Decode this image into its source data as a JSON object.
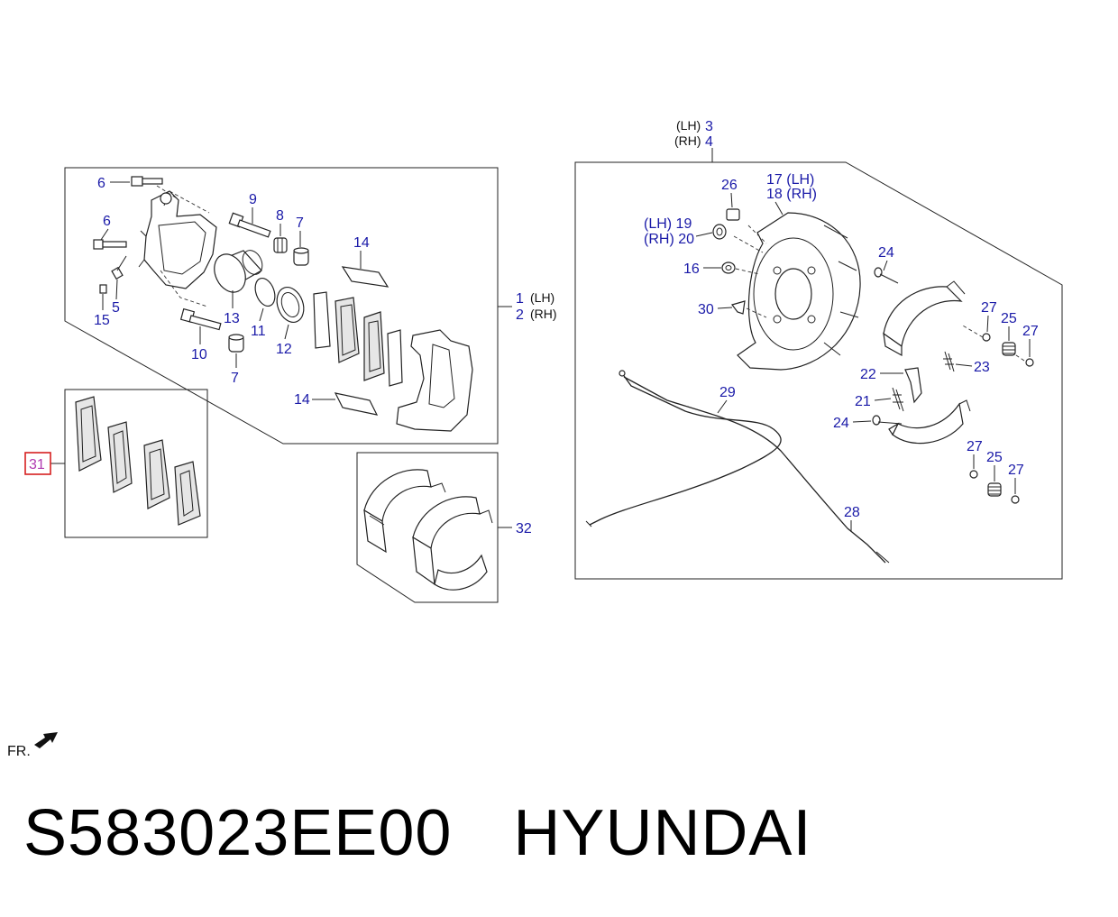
{
  "caption": {
    "part_number": "S583023EE00",
    "brand": "HYUNDAI"
  },
  "orientation": {
    "label": "FR."
  },
  "highlight_color": "#d62020",
  "callout_color": "#1a1aa8",
  "front_caliper": {
    "callouts": [
      "6",
      "9",
      "8",
      "7",
      "6",
      "14",
      "5",
      "15",
      "13",
      "11",
      "12",
      "10",
      "7",
      "14"
    ],
    "side_labels": [
      {
        "number": "1",
        "side": "(LH)"
      },
      {
        "number": "2",
        "side": "(RH)"
      }
    ]
  },
  "brake_pad_kit": {
    "callout": "31",
    "highlighted": true
  },
  "shoe_kit": {
    "callout": "32"
  },
  "rear_assembly": {
    "header": [
      {
        "side": "(LH)",
        "number": "3"
      },
      {
        "side": "(RH)",
        "number": "4"
      }
    ],
    "callouts": [
      "26",
      "17 (LH)",
      "18 (RH)",
      "(LH) 19",
      "(RH) 20",
      "24",
      "16",
      "27",
      "25",
      "27",
      "30",
      "23",
      "29",
      "22",
      "21",
      "24",
      "27",
      "25",
      "27",
      "28"
    ]
  }
}
